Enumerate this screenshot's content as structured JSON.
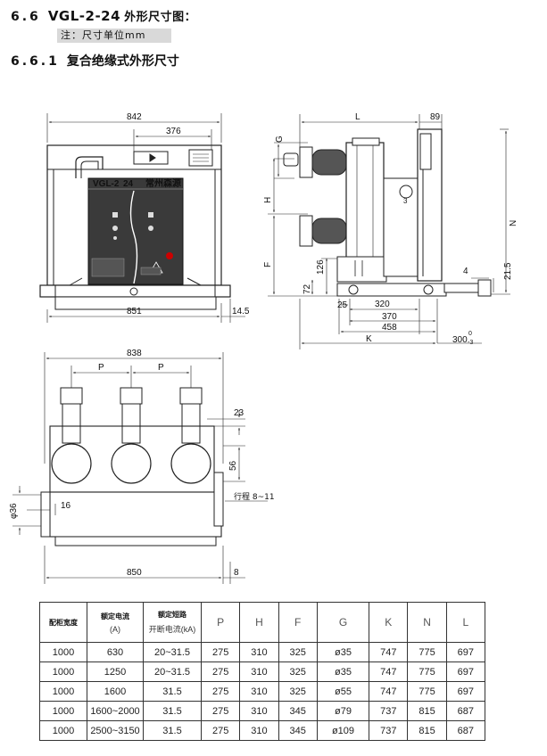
{
  "header": {
    "section_num": "6.6",
    "model": "VGL-2-24",
    "title_cn": "外形尺寸图：",
    "note": "注：尺寸单位mm",
    "subsection_num": "6.6.1",
    "subsection_title": "复合绝缘式外形尺寸"
  },
  "front_view": {
    "dim_width": "842",
    "dim_376": "376",
    "dim_bottom": "851",
    "dim_14_5": "14.5",
    "nameplate_model": "VGL-2",
    "nameplate_model2": "24",
    "nameplate_maker": "常州森源"
  },
  "side_view": {
    "dim_L": "L",
    "dim_89": "89",
    "dim_G": "G",
    "dim_H": "H",
    "dim_N": "N",
    "dim_F": "F",
    "dim_126": "126",
    "dim_72": "72",
    "dim_4": "4",
    "dim_21_5": "21.5",
    "dim_25": "25",
    "dim_320": "320",
    "dim_370": "370",
    "dim_458": "458",
    "dim_K": "K",
    "dim_300": "300",
    "dim_300_tol_top": "0",
    "dim_300_tol_bot": "-3",
    "callout_3": "3"
  },
  "top_view": {
    "dim_838": "838",
    "dim_P1": "P",
    "dim_P2": "P",
    "dim_23": "23",
    "dim_56": "56",
    "dim_36": "φ36",
    "dim_16": "16",
    "stroke_label": "行程 8~11",
    "dim_850": "850",
    "dim_8": "8"
  },
  "table": {
    "headers": [
      {
        "l1": "配柜宽度",
        "l2": ""
      },
      {
        "l1": "额定电流",
        "l2": "(A)"
      },
      {
        "l1": "额定短路",
        "l2": "开断电流(kA)"
      },
      {
        "l1": "P",
        "l2": ""
      },
      {
        "l1": "H",
        "l2": ""
      },
      {
        "l1": "F",
        "l2": ""
      },
      {
        "l1": "G",
        "l2": ""
      },
      {
        "l1": "K",
        "l2": ""
      },
      {
        "l1": "N",
        "l2": ""
      },
      {
        "l1": "L",
        "l2": ""
      }
    ],
    "rows": [
      [
        "1000",
        "630",
        "20~31.5",
        "275",
        "310",
        "325",
        "ø35",
        "747",
        "775",
        "697"
      ],
      [
        "1000",
        "1250",
        "20~31.5",
        "275",
        "310",
        "325",
        "ø35",
        "747",
        "775",
        "697"
      ],
      [
        "1000",
        "1600",
        "31.5",
        "275",
        "310",
        "325",
        "ø55",
        "747",
        "775",
        "697"
      ],
      [
        "1000",
        "1600~2000",
        "31.5",
        "275",
        "310",
        "345",
        "ø79",
        "737",
        "815",
        "687"
      ],
      [
        "1000",
        "2500~3150",
        "31.5",
        "275",
        "310",
        "345",
        "ø109",
        "737",
        "815",
        "687"
      ]
    ]
  }
}
